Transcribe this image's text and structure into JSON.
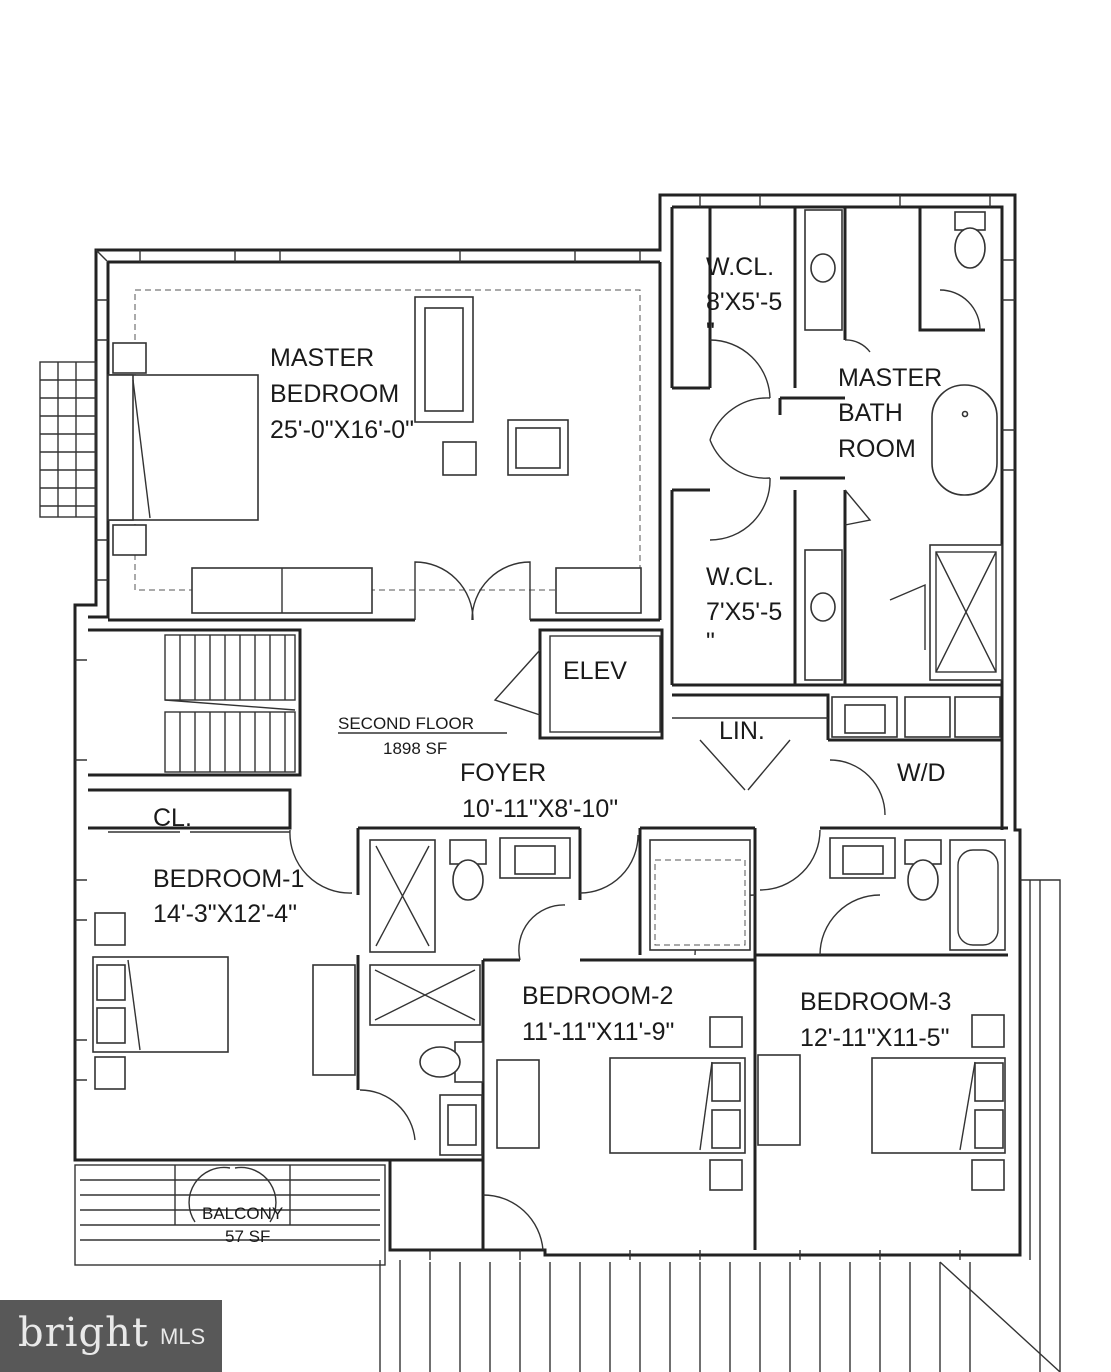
{
  "floor": {
    "title": "SECOND FLOOR",
    "area": "1898 SF"
  },
  "rooms": {
    "master_bedroom": {
      "line1": "MASTER",
      "line2": "BEDROOM",
      "dims": "25'-0\"X16'-0\""
    },
    "wcl_1": {
      "name": "W.CL.",
      "dims_line1": "8'X5'-5",
      "dims_line2": "\""
    },
    "master_bath": {
      "line1": "MASTER",
      "line2": "BATH",
      "line3": "ROOM"
    },
    "wcl_2": {
      "name": "W.CL.",
      "dims_line1": "7'X5'-5",
      "dims_line2": "\""
    },
    "elevator": {
      "name": "ELEV"
    },
    "linen": {
      "name": "LIN."
    },
    "laundry": {
      "name": "W/D"
    },
    "foyer": {
      "name": "FOYER",
      "dims": "10'-11\"X8'-10\""
    },
    "closet": {
      "name": "CL."
    },
    "bedroom_1": {
      "name": "BEDROOM-1",
      "dims": "14'-3\"X12'-4\""
    },
    "bedroom_2": {
      "name": "BEDROOM-2",
      "dims": "11'-11\"X11'-9\""
    },
    "bedroom_3": {
      "name": "BEDROOM-3",
      "dims": "12'-11\"X11-5\""
    },
    "balcony": {
      "name": "BALCONY",
      "area": "57 SF"
    }
  },
  "watermark": {
    "brand": "bright",
    "suffix": "MLS"
  }
}
